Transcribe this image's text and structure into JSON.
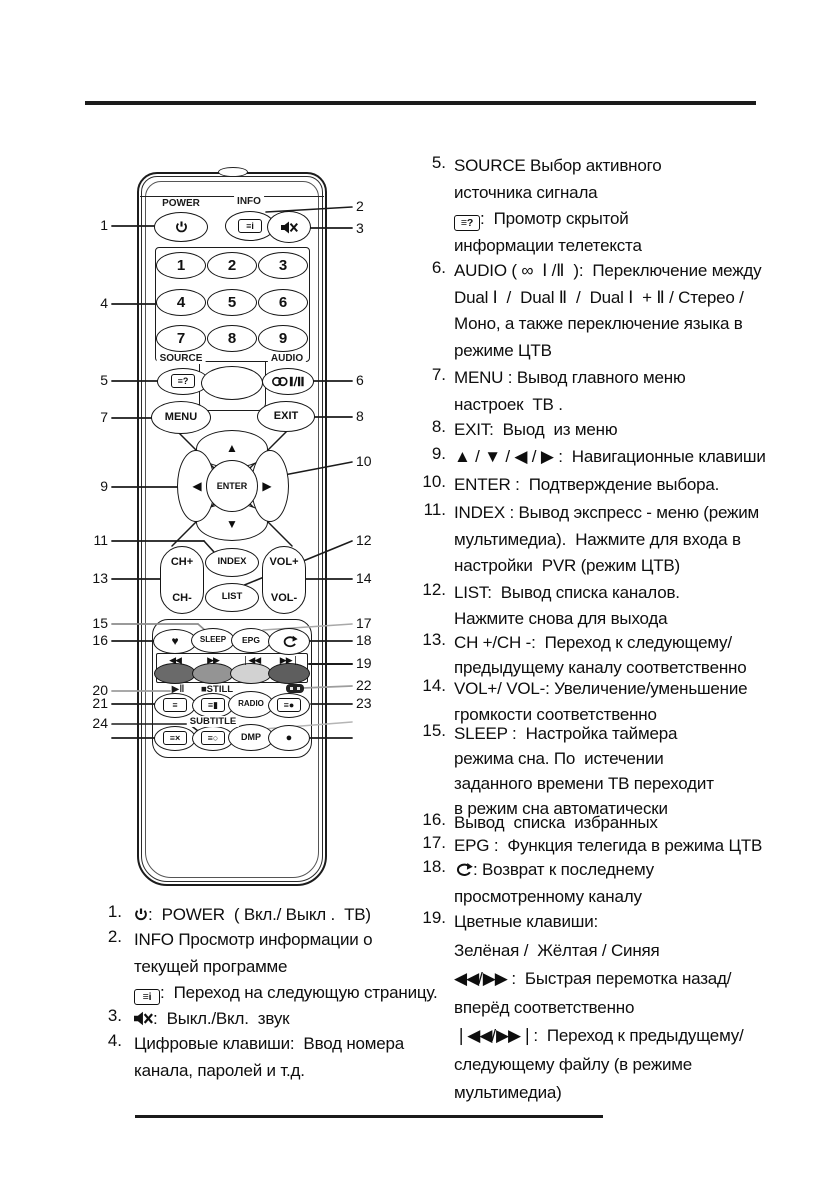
{
  "remote": {
    "power_label": "POWER",
    "info_label": "INFO",
    "source_label": "SOURCE",
    "audio_label": "AUDIO",
    "menu": "MENU",
    "exit": "EXIT",
    "enter": "ENTER",
    "index": "INDEX",
    "list": "LIST",
    "ch_plus": "CH+",
    "ch_minus": "CH-",
    "vol_plus": "VOL+",
    "vol_minus": "VOL-",
    "sleep": "SLEEP",
    "epg": "EPG",
    "radio": "RADIO",
    "dmp": "DMP",
    "still_label": "■STILL",
    "playpause_label": "▶‖",
    "subtitle_label": "SUBTITLE",
    "digits": [
      "1",
      "2",
      "3",
      "4",
      "5",
      "6",
      "7",
      "8",
      "9"
    ],
    "color_keys": [
      "#6a6a6a",
      "#949494",
      "#d2d2d2",
      "#5e5e5e"
    ],
    "transport_icons": [
      "◀◀",
      "▶▶",
      "❘◀◀",
      "▶▶❘"
    ],
    "heart": "♥",
    "record_dot": "●"
  },
  "callouts": [
    "1",
    "2",
    "3",
    "4",
    "5",
    "6",
    "7",
    "8",
    "9",
    "10",
    "11",
    "12",
    "13",
    "14",
    "15",
    "16",
    "17",
    "18",
    "19",
    "20",
    "21",
    "22",
    "23",
    "24"
  ],
  "right_column": [
    {
      "num": "5.",
      "lines": [
        "SOURCE Выбор активного",
        "источника сигнала",
        "{reveal}:  Промотр скрытой",
        "информации телетекста"
      ]
    },
    {
      "num": "6.",
      "lines": [
        "AUDIO ( ∞  Ⅰ /Ⅱ  ):  Переключение между",
        "Dual Ⅰ  /  Dual Ⅱ  /  Dual Ⅰ  + Ⅱ / Стерео /",
        "Моно, а также переключение языка в",
        "режиме ЦТВ"
      ]
    },
    {
      "num": "7.",
      "lines": [
        "MENU : Вывод главного меню",
        "настроек  ТВ ."
      ]
    },
    {
      "num": "8.",
      "lines": [
        "EXIT:  Выод  из меню"
      ]
    },
    {
      "num": "9.",
      "lines": [
        "▲ / ▼ / ◀ / ▶ :  Навигационные клавиши"
      ]
    },
    {
      "num": "10.",
      "lines": [
        "ENTER :  Подтверждение выбора."
      ]
    },
    {
      "num": "11.",
      "lines": [
        "INDEX : Вывод экспресс - меню (режим",
        "мультимедиа).  Нажмите для входа в",
        "настройки  PVR (режим ЦТВ)"
      ]
    },
    {
      "num": "12.",
      "lines": [
        "LIST:  Вывод списка каналов.",
        "Нажмите снова для выхода"
      ]
    },
    {
      "num": "13.",
      "lines": [
        "CH +/CH -:  Переход к следующему/",
        "предыдущему каналу соответственно"
      ]
    },
    {
      "num": "14.",
      "lines": [
        "VOL+/ VOL-: Увеличение/уменьшение",
        "громкости соответственно"
      ]
    },
    {
      "num": "15.",
      "lines": [
        "SLEEP :  Настройка таймера",
        "режима сна. По  истечении",
        "заданного времени ТВ переходит",
        "в режим сна автоматически"
      ]
    },
    {
      "num": "16.",
      "lines": [
        "Вывод  списка   избранных"
      ]
    },
    {
      "num": "17.",
      "lines": [
        "EPG :  Функция телегида в режима ЦТВ"
      ]
    },
    {
      "num": "18.",
      "lines": [
        "{loop}: Возврат к последнему",
        "просмотренному каналу"
      ]
    },
    {
      "num": "19.",
      "lines": [
        "Цветные клавиши:",
        "Зелёная /  Жёлтая / Синяя",
        "{rew}/{ffwd} :  Быстрая перемотка назад/",
        "вперёд соответственно",
        "{prev}/{next}:  Переход к предыдущему/",
        "следующему файлу (в режиме",
        "мультимедиа)"
      ]
    }
  ],
  "left_list": [
    {
      "num": "1.",
      "lines": [
        "{power}:  POWER  ( Вкл./ Выкл .  ТВ)"
      ]
    },
    {
      "num": "2.",
      "lines": [
        "INFO Просмотр информации о",
        "текущей программе",
        "{pagei}:  Переход на следующую страницу."
      ]
    },
    {
      "num": "3.",
      "lines": [
        "{mute}:  Выкл./Вкл.  звук"
      ]
    },
    {
      "num": "4.",
      "lines": [
        "Цифровые клавиши:  Ввод номера",
        "канала, паролей и т.д."
      ]
    }
  ]
}
